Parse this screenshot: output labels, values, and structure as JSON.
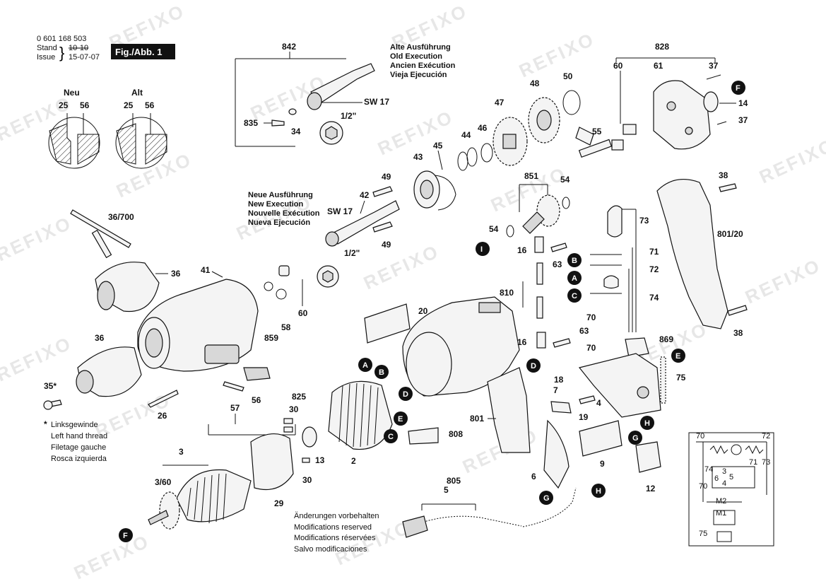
{
  "header": {
    "part_number": "0 601 168 503",
    "stand_label": "Stand",
    "issue_label": "Issue",
    "stand_value": "10-10",
    "issue_value": "15-07-07",
    "figure_tag": "Fig./Abb. 1"
  },
  "detail": {
    "neu_label": "Neu",
    "alt_label": "Alt",
    "ref_25": "25",
    "ref_56": "56"
  },
  "old_execution_note": [
    "Alte Ausführung",
    "Old Execution",
    "Ancien Exécution",
    "Vieja Ejecución"
  ],
  "new_execution_note": [
    "Neue Ausführung",
    "New Execution",
    "Nouvelle Exécution",
    "Nueva Ejecución"
  ],
  "left_hand_note": {
    "star": "*",
    "lines": [
      "Linksgewinde",
      "Left hand thread",
      "Filetage gauche",
      "Rosca izquierda"
    ]
  },
  "modifications_note": [
    "Änderungen vorbehalten",
    "Modifications reserved",
    "Modifications réservées",
    "Salvo modificaciones"
  ],
  "part_labels": {
    "p842": "842",
    "p835": "835",
    "p34": "34",
    "sw17_old": "SW 17",
    "half_old": "1/2\"",
    "p828": "828",
    "p60a": "60",
    "p61": "61",
    "p37a": "37",
    "p37b": "37",
    "p14": "14",
    "p50": "50",
    "p48": "48",
    "p47": "47",
    "p46": "46",
    "p44": "44",
    "p45": "45",
    "p43": "43",
    "p55": "55",
    "p851": "851",
    "p54a": "54",
    "p54b": "54",
    "p49a": "49",
    "p49b": "49",
    "p42": "42",
    "sw17_new": "SW 17",
    "half_new": "1/2\"",
    "p36_700": "36/700",
    "p36a": "36",
    "p36b": "36",
    "p41": "41",
    "p35": "35*",
    "p26": "26",
    "p60b": "60",
    "p58": "58",
    "p859": "859",
    "p57": "57",
    "p56": "56",
    "p825": "825",
    "p20": "20",
    "p30a": "30",
    "p30b": "30",
    "p13": "13",
    "p2": "2",
    "p808": "808",
    "p3": "3",
    "p3_60": "3/60",
    "p29": "29",
    "p801": "801",
    "p805": "805",
    "p5": "5",
    "p6": "6",
    "p9": "9",
    "p12": "12",
    "p73": "73",
    "p71": "71",
    "p72": "72",
    "p74": "74",
    "p70a": "70",
    "p70b": "70",
    "p16a": "16",
    "p16b": "16",
    "p63a": "63",
    "p63b": "63",
    "p810": "810",
    "p869": "869",
    "p18": "18",
    "p7": "7",
    "p19": "19",
    "p4": "4",
    "p75": "75",
    "p38a": "38",
    "p38b": "38",
    "p801_20": "801/20"
  },
  "connection_markers": {
    "A": "A",
    "B": "B",
    "C": "C",
    "D": "D",
    "E": "E",
    "F": "F",
    "G": "G",
    "H": "H",
    "I": "I"
  },
  "schematic": {
    "l70": "70",
    "l72": "72",
    "l74": "74",
    "l71": "71",
    "l73": "73",
    "l3": "3",
    "l4": "4",
    "l5": "5",
    "l6": "6",
    "l70b": "70",
    "lM2": "M2",
    "lM1": "M1",
    "l75": "75"
  },
  "watermark": "REFIXO",
  "colors": {
    "ink": "#111111",
    "fill_light": "#f4f4f4",
    "fill_dark": "#d8d8d8",
    "watermark": "#e7e7e7"
  }
}
